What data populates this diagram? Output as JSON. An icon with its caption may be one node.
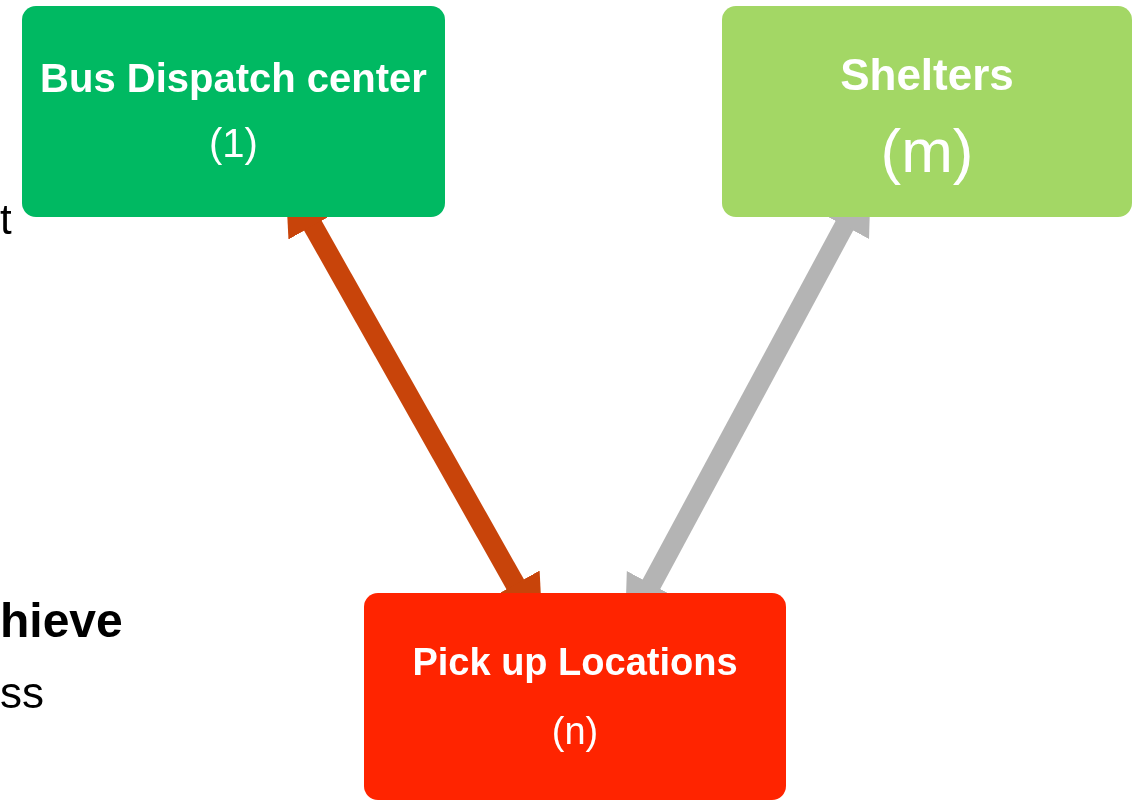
{
  "diagram": {
    "nodes": [
      {
        "text": [
          "Bus Dispatch center",
          "(1)"
        ]
      },
      {
        "text": [
          "Shelters",
          "(m)"
        ]
      },
      {
        "text": [
          "Pick up Locations",
          "(n)"
        ]
      }
    ],
    "edges": [
      {
        "from": 0,
        "to": 2,
        "arrow": "both",
        "color": "#c8440a"
      },
      {
        "from": 1,
        "to": 2,
        "arrow": "both",
        "color": "#b4b4b4"
      }
    ],
    "labels": [
      "t",
      "hieve",
      "ss"
    ]
  }
}
